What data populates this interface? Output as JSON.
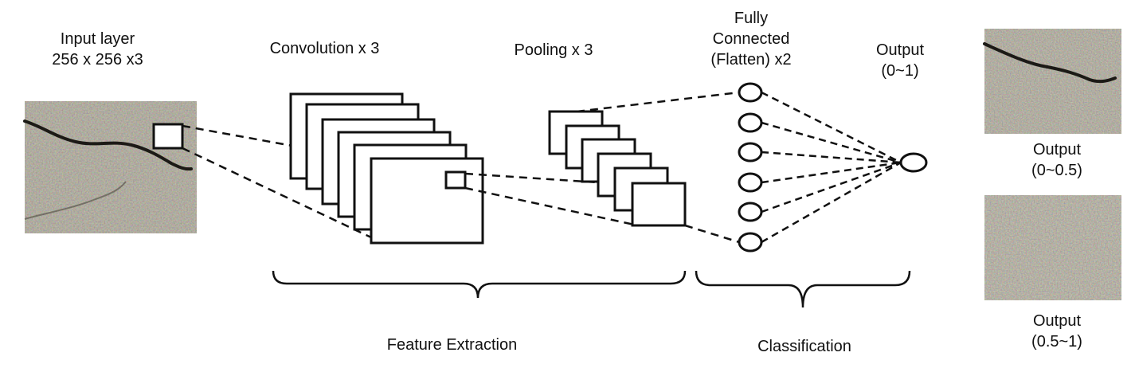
{
  "labels": {
    "input_line1": "Input layer",
    "input_line2": "256 x 256 x3",
    "convolution": "Convolution x 3",
    "pooling": "Pooling x 3",
    "fc_line1": "Fully",
    "fc_line2": "Connected",
    "fc_line3": "(Flatten) x2",
    "output_line1": "Output",
    "output_line2": "(0~1)",
    "output_a_line1": "Output",
    "output_a_line2": "(0~0.5)",
    "output_b_line1": "Output",
    "output_b_line2": "(0.5~1)",
    "feature_extraction": "Feature Extraction",
    "classification": "Classification"
  },
  "colors": {
    "stroke": "#111111",
    "pavement_base": "#6e6b5c",
    "crack": "#1c1a16"
  },
  "network": {
    "convolution_maps": 6,
    "pooling_maps": 6,
    "fully_connected_nodes": 6,
    "output_nodes": 1
  }
}
